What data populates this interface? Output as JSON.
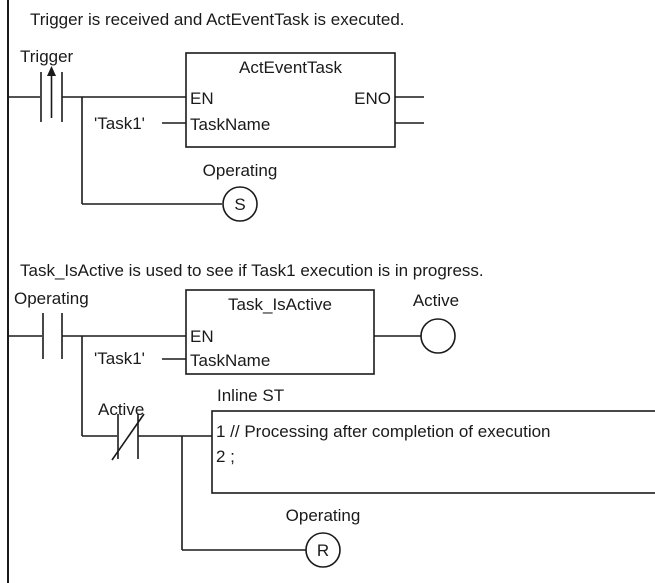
{
  "rung1": {
    "comment": "Trigger is received and ActEventTask is executed.",
    "contact_label": "Trigger",
    "function_block": {
      "name": "ActEventTask",
      "input_en": "EN",
      "output_eno": "ENO",
      "input_taskname": "TaskName"
    },
    "taskname_value": "'Task1'",
    "coil_label": "Operating",
    "coil_symbol": "S"
  },
  "rung2": {
    "comment": "Task_IsActive is used to see if Task1 execution is in progress.",
    "contact_label": "Operating",
    "function_block": {
      "name": "Task_IsActive",
      "input_en": "EN",
      "input_taskname": "TaskName"
    },
    "taskname_value": "'Task1'",
    "coil_label": "Active",
    "nc_contact_label": "Active",
    "inline_st": {
      "title": "Inline ST",
      "line1": "1 // Processing after completion of execution",
      "line2": "2  ;"
    },
    "reset_coil_label": "Operating",
    "reset_coil_symbol": "R"
  }
}
